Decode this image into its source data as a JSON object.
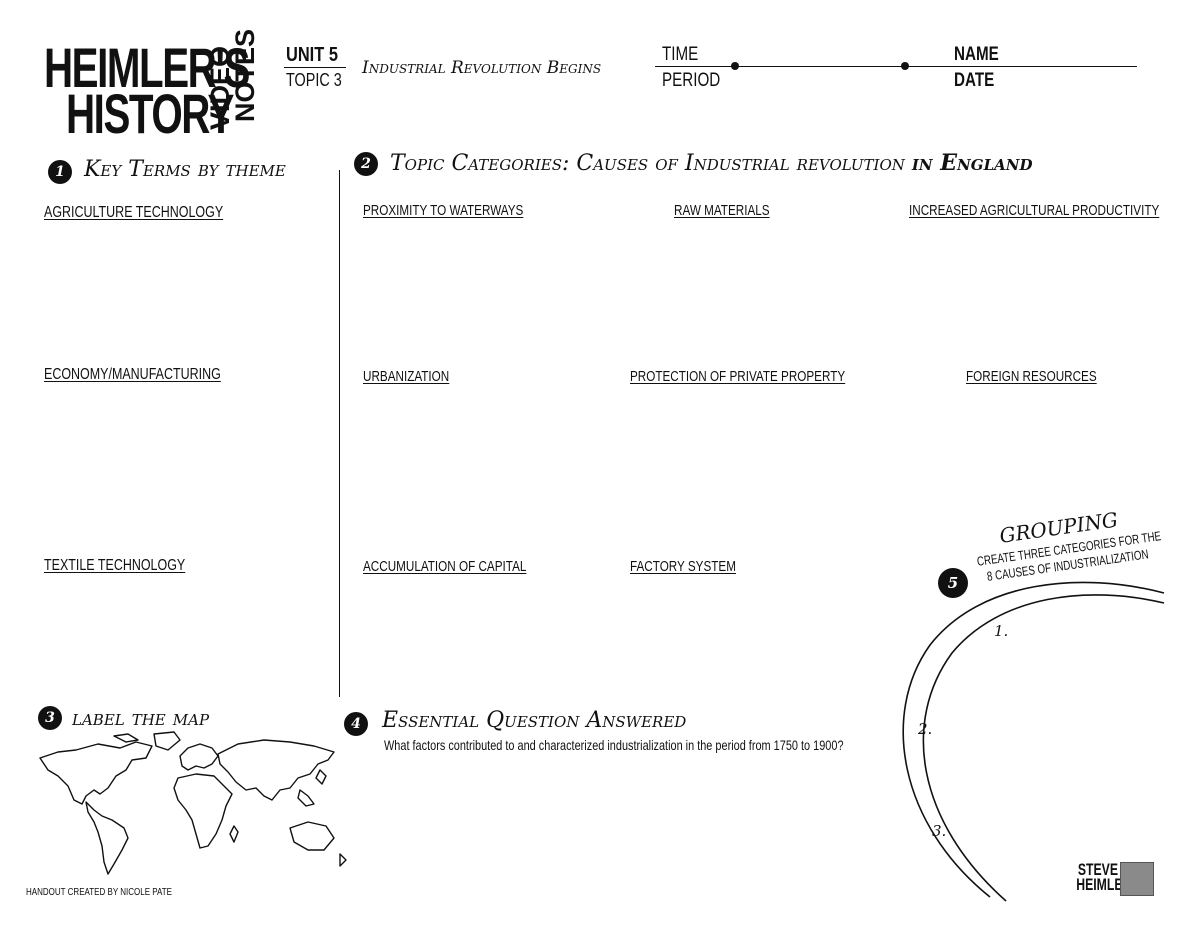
{
  "logo": {
    "line1": "HEIMLER'S",
    "line2": "HISTORY",
    "vertical1": "VIDEO",
    "vertical2": "NOTES"
  },
  "header": {
    "unit": "UNIT 5",
    "topic": "TOPIC 3",
    "lesson_title": "Industrial Revolution Begins",
    "time_label": "TIME",
    "period_label": "PERIOD",
    "name_label": "NAME",
    "date_label": "DATE"
  },
  "section1": {
    "number": "1",
    "title": "Key Terms by theme",
    "themes": [
      "AGRICULTURE  TECHNOLOGY",
      "ECONOMY/MANUFACTURING",
      "TEXTILE TECHNOLOGY"
    ]
  },
  "section2": {
    "number": "2",
    "title_prefix": "Topic Categories: Causes of Industrial revolution ",
    "title_bold": "in England",
    "categories": [
      "PROXIMITY TO WATERWAYS",
      "RAW MATERIALS",
      "INCREASED AGRICULTURAL PRODUCTIVITY",
      "URBANIZATION",
      "PROTECTION OF PRIVATE PROPERTY",
      "FOREIGN RESOURCES",
      "ACCUMULATION OF CAPITAL",
      "FACTORY SYSTEM"
    ]
  },
  "section3": {
    "number": "3",
    "title": "label the map"
  },
  "section4": {
    "number": "4",
    "title": "Essential Question Answered",
    "question": "What factors contributed to and characterized industrialization in the period from 1750 to 1900?"
  },
  "section5": {
    "number": "5",
    "title": "GROUPING",
    "instruction_line1": "CREATE THREE CATEGORIES FOR THE",
    "instruction_line2": "8 CAUSES OF INDUSTRIALIZATION",
    "slots": [
      "1.",
      "2.",
      "3."
    ]
  },
  "footer": {
    "credit": "HANDOUT CREATED BY NICOLE PATE",
    "signature_line1": "STEVE",
    "signature_line2": "HEIMLER"
  }
}
